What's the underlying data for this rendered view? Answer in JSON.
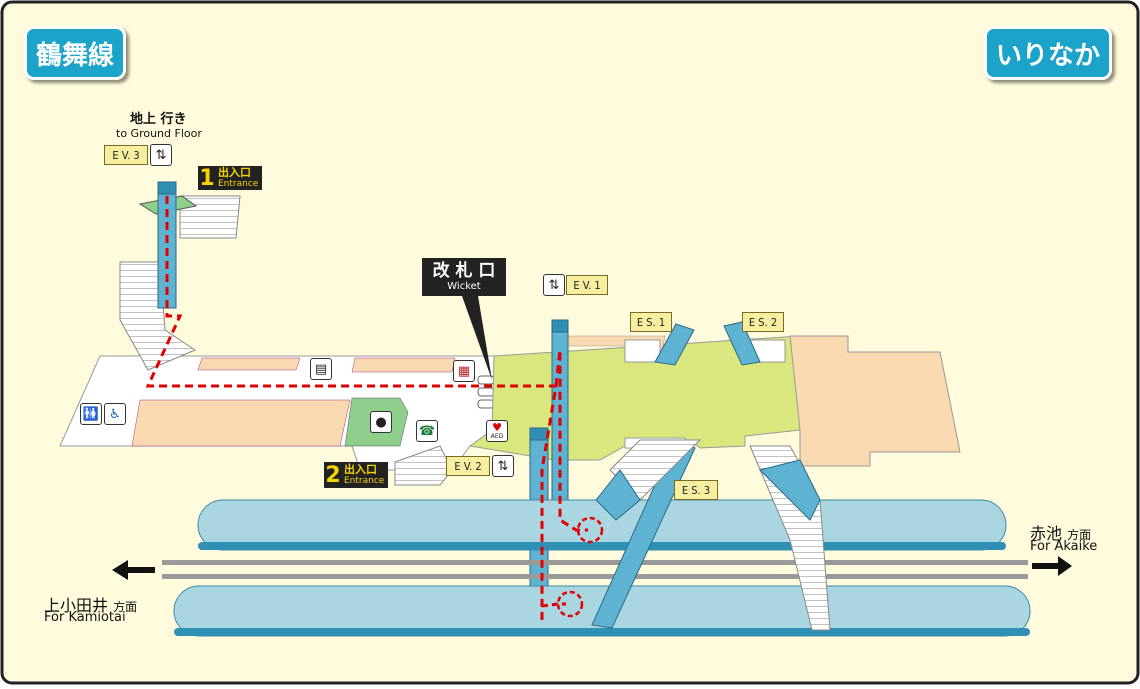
{
  "line_name": "鶴舞線",
  "station_name": "いりなか",
  "ground": {
    "jp": "地上 行き",
    "en": "to Ground Floor"
  },
  "elevators": [
    {
      "id": "ev3",
      "label": "E V. 3"
    },
    {
      "id": "ev1",
      "label": "E V. 1"
    },
    {
      "id": "ev2",
      "label": "E V. 2"
    }
  ],
  "escalators": [
    {
      "id": "es1",
      "label": "E S. 1"
    },
    {
      "id": "es2",
      "label": "E S. 2"
    },
    {
      "id": "es3",
      "label": "E S. 3"
    }
  ],
  "entrances": [
    {
      "num": "1",
      "jp": "出入口",
      "en": "Entrance"
    },
    {
      "num": "2",
      "jp": "出入口",
      "en": "Entrance"
    }
  ],
  "wicket": {
    "jp": "改 札 口",
    "en": "Wicket"
  },
  "aed_label": "AED",
  "directions": {
    "right": {
      "jp": "赤池",
      "suffix": "方面",
      "en": "For Akaike"
    },
    "left": {
      "jp": "上小田井",
      "suffix": "方面",
      "en": "For Kamiotai"
    }
  },
  "colors": {
    "background": "#fffbdc",
    "concourse": "#ffffff",
    "paid_area": "#d9e77e",
    "peach_area": "#f9d9b0",
    "platform": "#a9d6e1",
    "elevator": "#5eb3d2",
    "route": "#e00000",
    "tag": "#1ba3c9"
  },
  "icons": [
    "elevator-icon",
    "ticket-machine-icon",
    "ticket-office-icon",
    "station-staff-icon",
    "telephone-icon",
    "aed-icon",
    "toilet-icon",
    "accessible-toilet-icon"
  ]
}
